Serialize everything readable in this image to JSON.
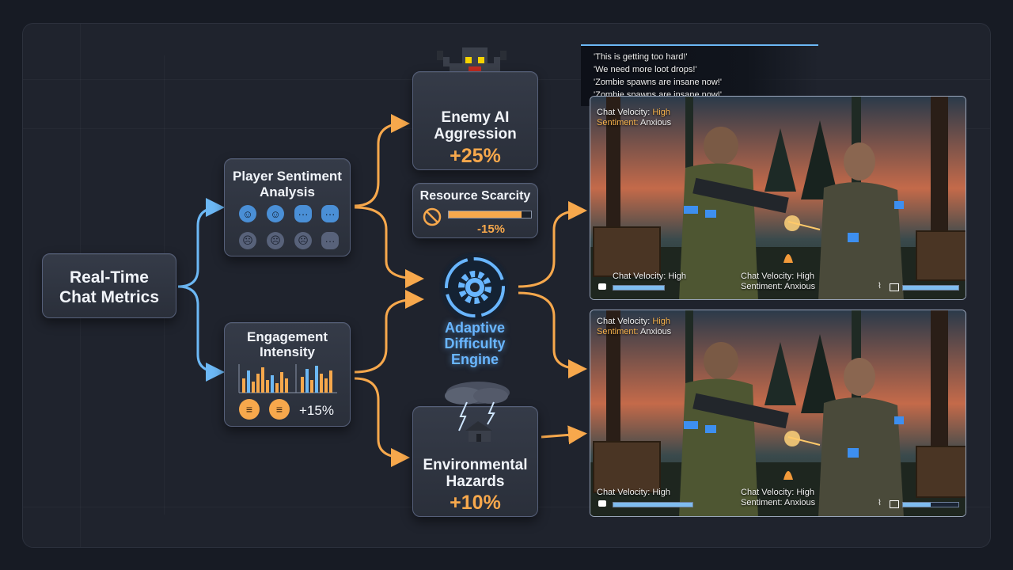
{
  "source": {
    "line1": "Real-Time",
    "line2": "Chat Metrics"
  },
  "sentiment": {
    "line1": "Player Sentiment",
    "line2": "Analysis"
  },
  "engagement": {
    "line1": "Engagement",
    "line2": "Intensity",
    "pct": "+15%"
  },
  "enemy": {
    "line1": "Enemy AI",
    "line2": "Aggression",
    "value": "+25%"
  },
  "resource": {
    "title": "Resource Scarcity",
    "value": "-15%",
    "fill": 0.88
  },
  "engine": {
    "line1": "Adaptive",
    "line2": "Difficulty",
    "line3": "Engine"
  },
  "environment": {
    "line1": "Environmental",
    "line2": "Hazards",
    "value": "+10%"
  },
  "chat_feed": [
    "'This is getting too hard!'",
    "'We need more loot drops!'",
    "'Zombie spawns are insane now!'",
    "'Zombie spawns are insane now!'"
  ],
  "scene_top": {
    "tl_velocity_key": "Chat Velocity:",
    "tl_velocity_val": "High",
    "tl_sentiment_key": "Sentiment:",
    "tl_sentiment_val": "Anxious",
    "bl_velocity": "Chat Velocity: High",
    "br_velocity": "Chat Velocity: High",
    "br_sentiment": "Sentiment: Anxious"
  },
  "scene_bottom": {
    "tl_velocity_key": "Chat Velocity:",
    "tl_velocity_val": "High",
    "tl_sentiment_key": "Sentiment:",
    "tl_sentiment_val": "Anxious",
    "bl_velocity": "Chat Velocity: High",
    "br_velocity": "Chat Velocity: High",
    "br_sentiment": "Sentiment: Anxious"
  },
  "colors": {
    "orange": "#f7a84c",
    "blue": "#6cb8f5",
    "engine": "#69b6ff"
  },
  "icons": {
    "enemy": "pixel-zombie-icon",
    "resource": "no-resource-icon",
    "engine": "gear-cycle-icon",
    "environment": "storm-house-icon"
  }
}
